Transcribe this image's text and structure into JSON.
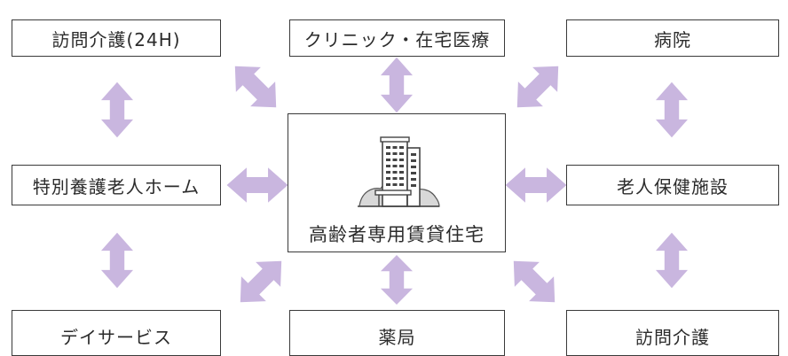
{
  "colors": {
    "arrow": "#c9b6df",
    "border": "#3a3a3a",
    "text": "#2b2b2b"
  },
  "center": {
    "label": "高齢者専用賃貸住宅",
    "icon": "apartment-building-icon"
  },
  "nodes": {
    "top_left": "訪問介護(24H)",
    "top_center": "クリニック・在宅医療",
    "top_right": "病院",
    "middle_left": "特別養護老人ホーム",
    "middle_right": "老人保健施設",
    "bottom_left": "デイサービス",
    "bottom_center": "薬局",
    "bottom_right": "訪問介護"
  }
}
